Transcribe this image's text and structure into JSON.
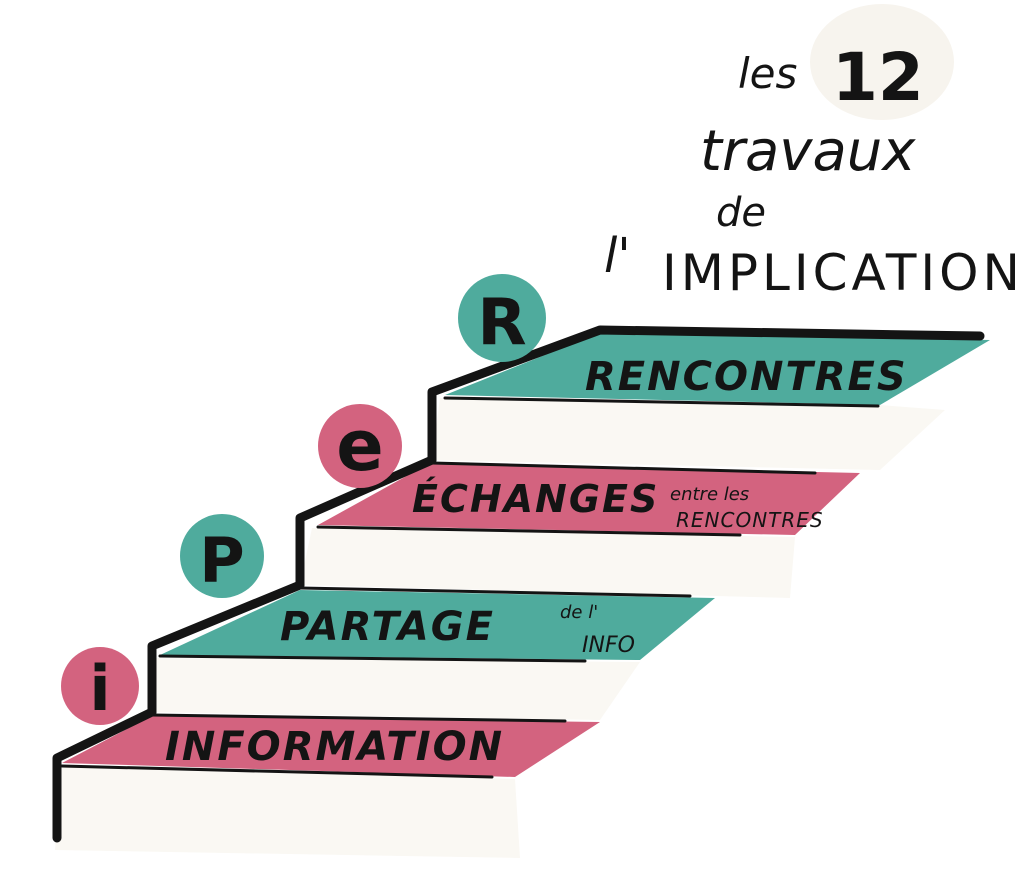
{
  "title": {
    "line1_prefix": "les",
    "line1_number": "12",
    "line2": "travaux",
    "line3": "de",
    "line4_prefix": "l'",
    "line4": "IMPLICATION"
  },
  "steps": [
    {
      "badge": "i",
      "label": "INFORMATION",
      "note": "",
      "note2": "",
      "color": "#d3637f"
    },
    {
      "badge": "P",
      "label": "PARTAGE",
      "note": "de l'",
      "note2": "INFO",
      "color": "#4fab9d"
    },
    {
      "badge": "e",
      "label": "ÉCHANGES",
      "note": "entre les",
      "note2": "RENCONTRES",
      "color": "#d3637f"
    },
    {
      "badge": "R",
      "label": "RENCONTRES",
      "note": "",
      "note2": "",
      "color": "#4fab9d"
    }
  ],
  "colors": {
    "pink": "#d3637f",
    "teal": "#4fab9d",
    "ink": "#141414",
    "riser": "#faf8f3"
  }
}
